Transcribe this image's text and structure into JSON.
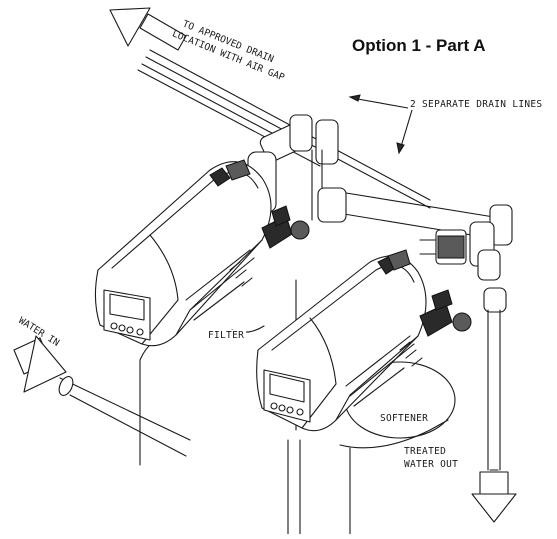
{
  "title": "Option 1 - Part A",
  "labels": {
    "drain_line1": "TO APPROVED DRAIN",
    "drain_line2": "LOCATION WITH AIR GAP",
    "separate_drains": "2 SEPARATE DRAIN LINES",
    "water_in": "WATER IN",
    "filter": "FILTER",
    "softener": "SOFTENER",
    "treated1": "TREATED",
    "treated2": "WATER OUT"
  }
}
